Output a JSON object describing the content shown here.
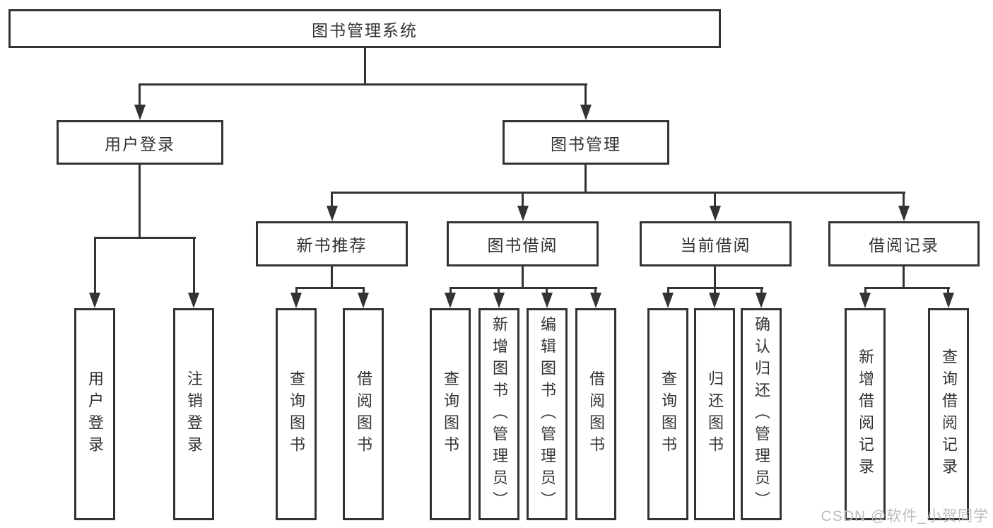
{
  "diagram": {
    "title": "图书管理系统",
    "root_label": "图书管理系统",
    "user_login": {
      "label": "用户登录",
      "children": [
        "用户登录",
        "注销登录"
      ]
    },
    "book_management": {
      "label": "图书管理"
    },
    "new_book_recommend": {
      "label": "新书推荐",
      "children": [
        "查询图书",
        "借阅图书"
      ]
    },
    "book_borrowing": {
      "label": "图书借阅",
      "children": [
        "查询图书",
        "新增图书（管理员）",
        "编辑图书（管理员）",
        "借阅图书"
      ]
    },
    "current_borrowing": {
      "label": "当前借阅",
      "children": [
        "查询图书",
        "归还图书",
        "确认归还（管理员）"
      ]
    },
    "borrowing_records": {
      "label": "借阅记录",
      "children": [
        "新增借阅记录",
        "查询借阅记录"
      ]
    }
  },
  "watermark": "CSDN @软件_小贺同学",
  "colors": {
    "line": "#333333",
    "text": "#333333",
    "box_background": "#ffffff",
    "watermark": "#bcbcbc",
    "background": "#ffffff"
  }
}
